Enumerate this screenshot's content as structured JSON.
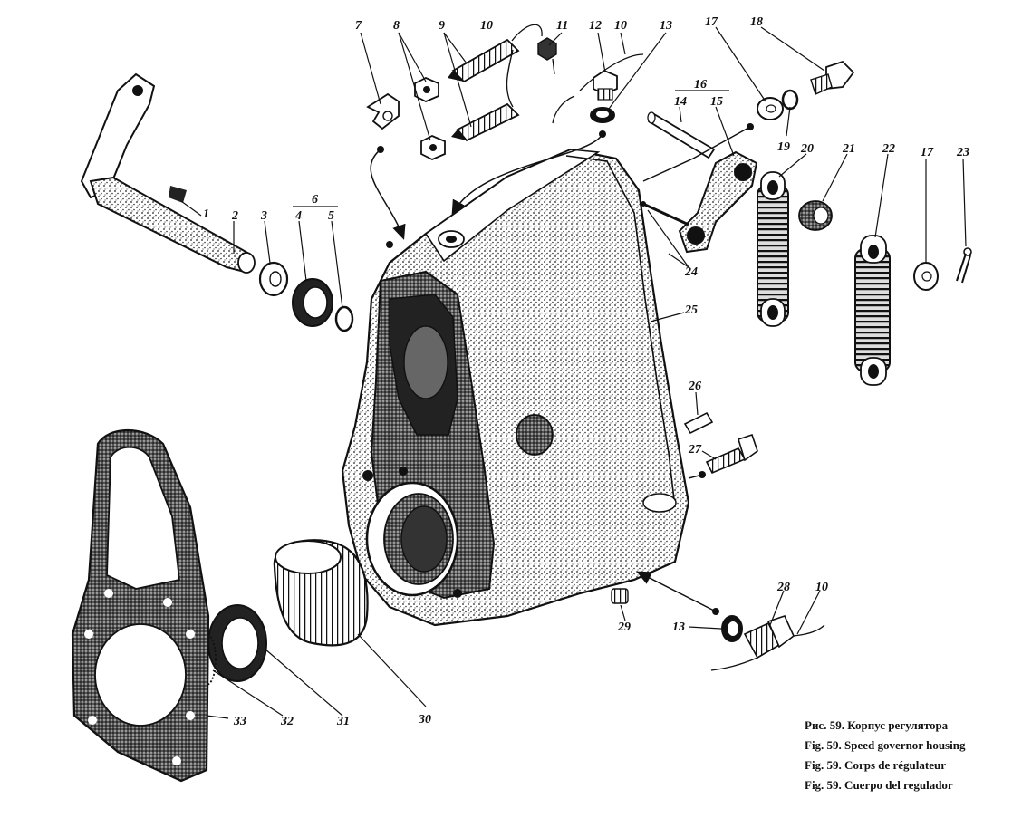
{
  "callouts": {
    "n1": "1",
    "n2": "2",
    "n3": "3",
    "n4": "4",
    "n5": "5",
    "n6": "6",
    "n7": "7",
    "n8": "8",
    "n9": "9",
    "n10a": "10",
    "n10b": "10",
    "n10c": "10",
    "n11": "11",
    "n12": "12",
    "n13a": "13",
    "n13b": "13",
    "n14": "14",
    "n15": "15",
    "n16": "16",
    "n17a": "17",
    "n17b": "17",
    "n18": "18",
    "n19": "19",
    "n20": "20",
    "n21": "21",
    "n22": "22",
    "n23": "23",
    "n24": "24",
    "n25": "25",
    "n26": "26",
    "n27": "27",
    "n28": "28",
    "n29": "29",
    "n30": "30",
    "n31": "31",
    "n32": "32",
    "n33": "33"
  },
  "caption": {
    "ru": "Рис. 59. Корпус регулятора",
    "en": "Fig. 59. Speed governor housing",
    "fr": "Fig. 59. Corps de régulateur",
    "es": "Fig. 59. Cuerpo del regulador"
  },
  "colors": {
    "ink": "#111111",
    "paper": "#ffffff",
    "stipple": "#555555"
  }
}
